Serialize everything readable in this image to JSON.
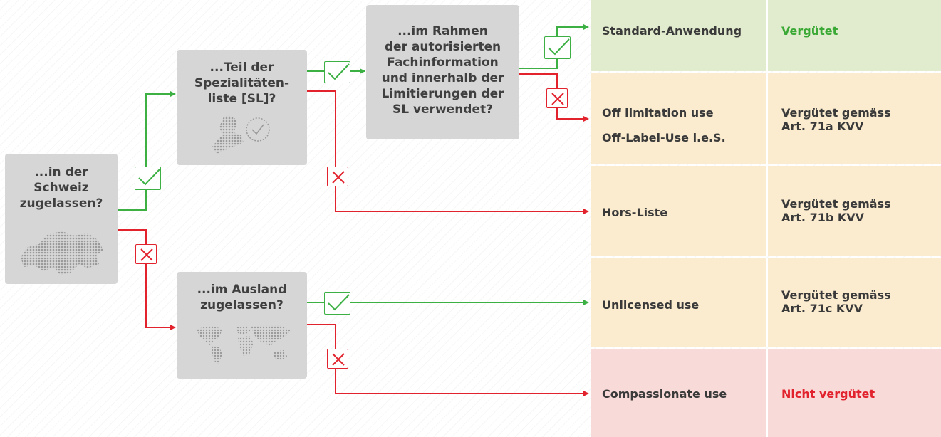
{
  "boxes": {
    "schweiz": [
      "...in der",
      "Schweiz",
      "zugelassen?"
    ],
    "sl": [
      "...Teil der",
      "Spezialitäten-",
      "liste [SL]?"
    ],
    "rahmen": [
      "...im Rahmen",
      "der autorisierten",
      "Fachinformation",
      "und innerhalb der",
      "Limitierungen der",
      "SL verwendet?"
    ],
    "ausland": [
      "...im Ausland",
      "zugelassen?"
    ]
  },
  "outcomes": [
    {
      "use": [
        "Standard-Anwendung"
      ],
      "status": [
        "Vergütet"
      ]
    },
    {
      "use": [
        "Off limitation use",
        "Off-Label-Use i.e.S."
      ],
      "status": [
        "Vergütet gemäss",
        "Art. 71a KVV"
      ]
    },
    {
      "use": [
        "Hors-Liste"
      ],
      "status": [
        "Vergütet gemäss",
        "Art. 71b KVV"
      ]
    },
    {
      "use": [
        "Unlicensed use"
      ],
      "status": [
        "Vergütet gemäss",
        "Art. 71c KVV"
      ]
    },
    {
      "use": [
        "Compassionate use"
      ],
      "status": [
        "Nicht vergütet"
      ]
    }
  ],
  "colors": {
    "yes": "#3cb043",
    "no": "#e2232e",
    "box": "#d6d6d6"
  },
  "icons": [
    "switzerland-map-icon",
    "stamp-icon",
    "world-map-icon",
    "check-icon",
    "cross-icon"
  ]
}
